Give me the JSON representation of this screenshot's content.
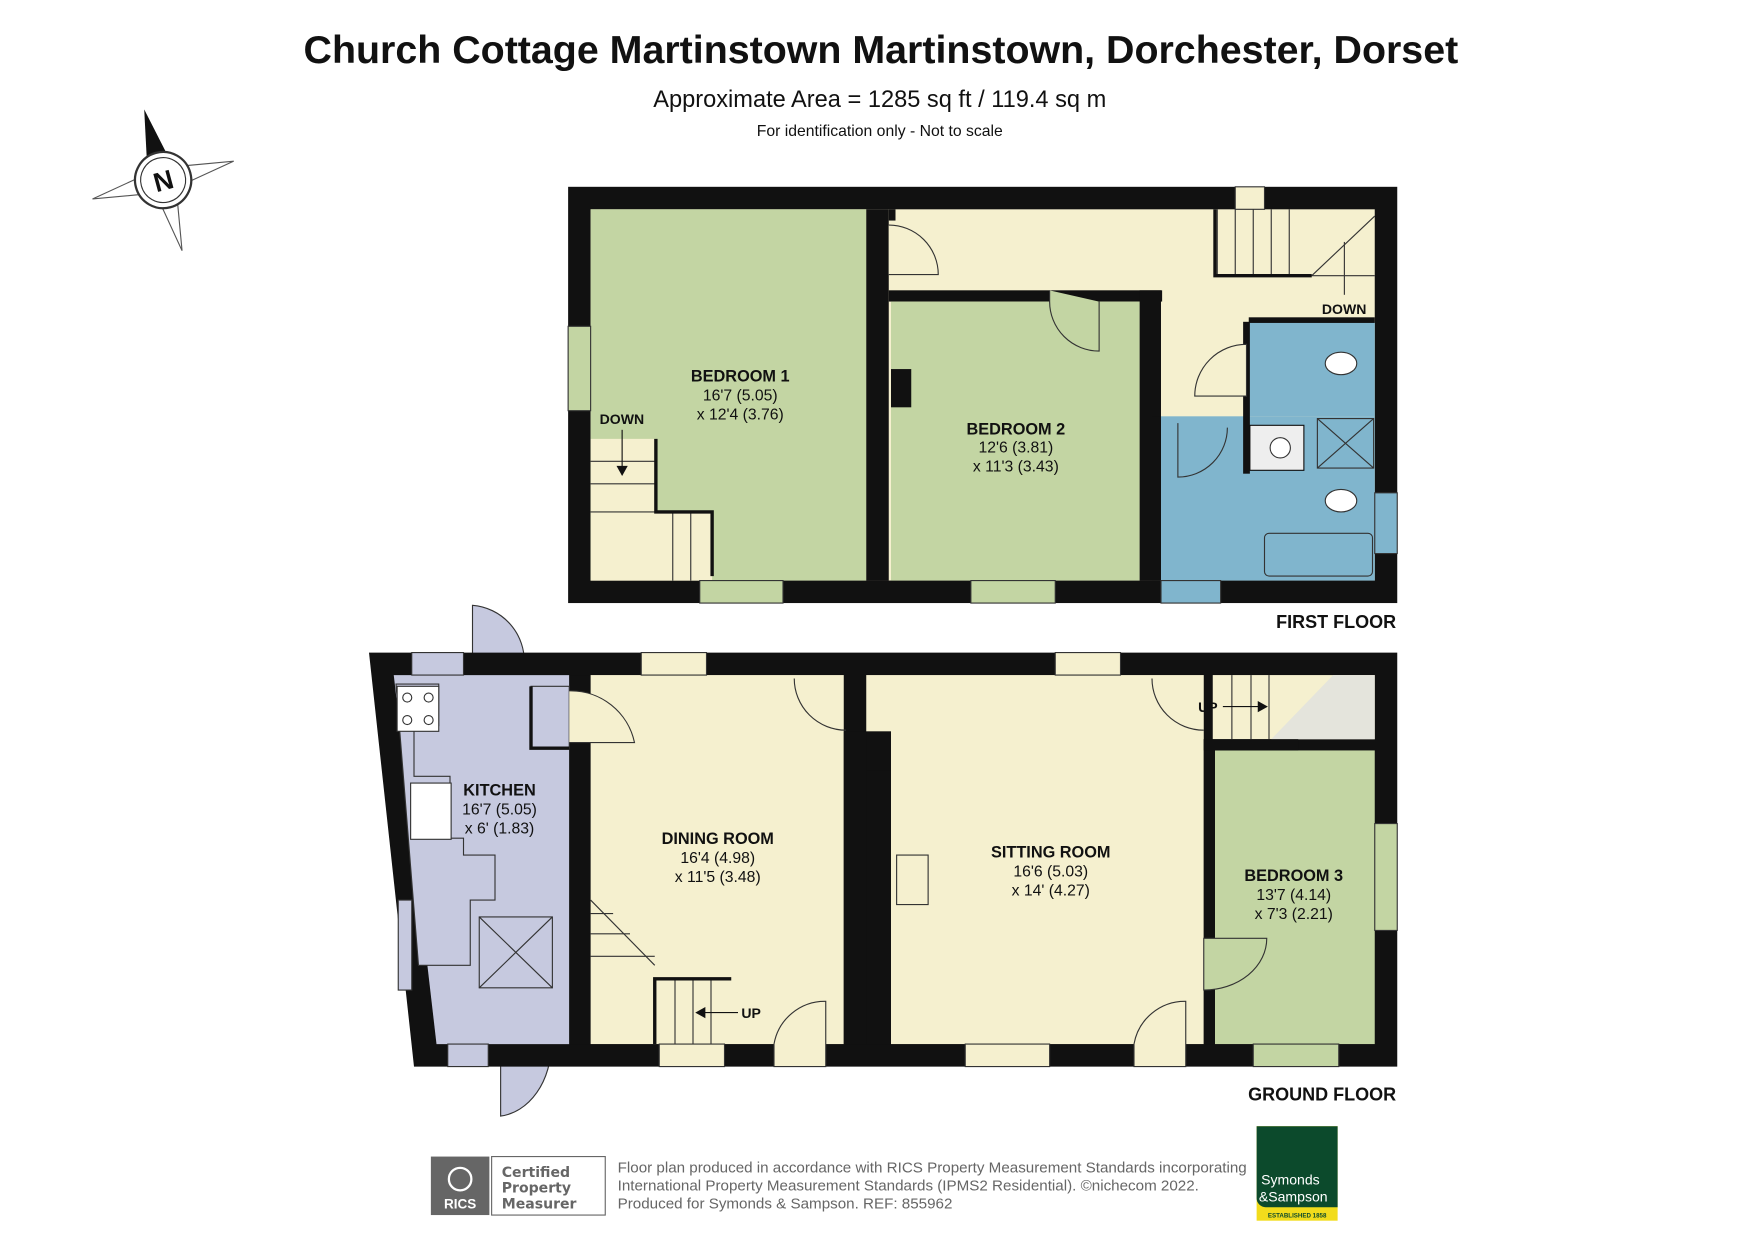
{
  "header": {
    "title": "Church Cottage Martinstown Martinstown, Dorchester, Dorset",
    "area": "Approximate Area = 1285 sq ft / 119.4 sq m",
    "note": "For identification only - Not to scale"
  },
  "compass": {
    "label": "N"
  },
  "first_floor": {
    "label": "FIRST FLOOR",
    "rooms": [
      {
        "name": "BEDROOM 1",
        "dim1": "16'7 (5.05)",
        "dim2": "x 12'4 (3.76)"
      },
      {
        "name": "BEDROOM 2",
        "dim1": "12'6 (3.81)",
        "dim2": "x 11'3 (3.43)"
      }
    ],
    "stairs": [
      "DOWN",
      "DOWN"
    ]
  },
  "ground_floor": {
    "label": "GROUND FLOOR",
    "rooms": [
      {
        "name": "KITCHEN",
        "dim1": "16'7 (5.05)",
        "dim2": "x 6' (1.83)"
      },
      {
        "name": "DINING ROOM",
        "dim1": "16'4 (4.98)",
        "dim2": "x 11'5 (3.48)"
      },
      {
        "name": "SITTING ROOM",
        "dim1": "16'6 (5.03)",
        "dim2": "x 14' (4.27)"
      },
      {
        "name": "BEDROOM 3",
        "dim1": "13'7 (4.14)",
        "dim2": "x 7'3 (2.21)"
      }
    ],
    "stairs": [
      "UP",
      "UP"
    ]
  },
  "footer": {
    "rics": {
      "mark": "RICS",
      "line1": "Certified",
      "line2": "Property",
      "line3": "Measurer"
    },
    "lines": [
      "Floor plan produced in accordance with RICS Property Measurement Standards incorporating",
      "International Property Measurement Standards (IPMS2 Residential).   ©nichecom 2022.",
      "Produced for Symonds & Sampson.    REF:  855962"
    ],
    "agent": {
      "line1": "Symonds",
      "line2": "&Sampson",
      "tagline": "ESTABLISHED 1858"
    }
  },
  "colors": {
    "wall": "#111111",
    "green": "#c3d5a3",
    "cream": "#f5f0cf",
    "blue": "#80b5cd",
    "lavender": "#c6c9df",
    "agent_green": "#0c4a2c",
    "agent_yellow": "#f2dc1c"
  }
}
